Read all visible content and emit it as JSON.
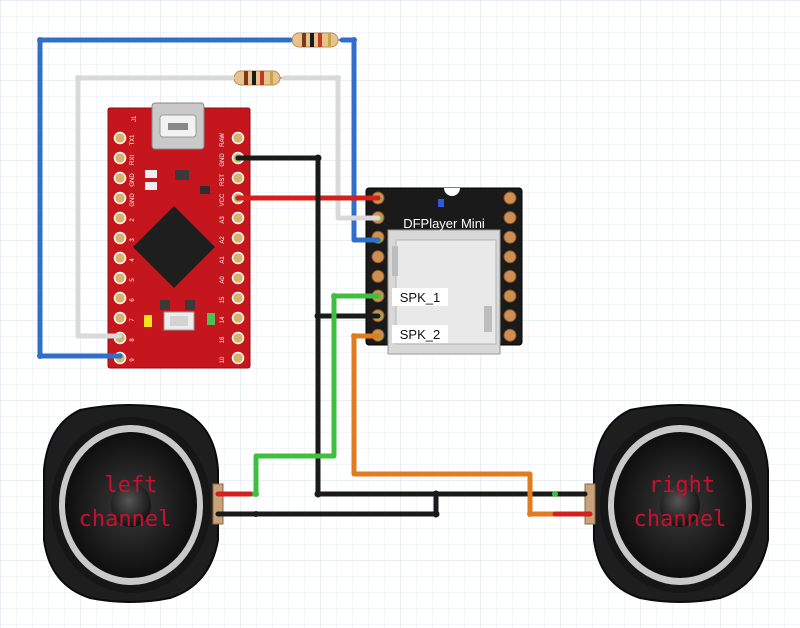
{
  "modules": {
    "arduino": {
      "pin_labels_left": [
        "TX1",
        "RXI",
        "GND",
        "GND",
        "2",
        "3",
        "4",
        "5",
        "6",
        "7",
        "8",
        "9"
      ],
      "pin_labels_right": [
        "RAW",
        "GND",
        "RST",
        "VCC",
        "A3",
        "A2",
        "A1",
        "A0",
        "15",
        "14",
        "16",
        "10"
      ],
      "top_label": "J1",
      "board_color": "#c4161c"
    },
    "dfplayer": {
      "title": "DFPlayer Mini",
      "spk1_label": "SPK_1",
      "spk2_label": "SPK_2",
      "board_color": "#1a1a1a"
    }
  },
  "speakers": {
    "left": {
      "line1": "left",
      "line2": "channel"
    },
    "right": {
      "line1": "right",
      "line2": "channel"
    },
    "label_color": "#c8102e"
  },
  "wire_colors": {
    "blue": "#2f6fc9",
    "white": "#e6e6e6",
    "black": "#1a1a1a",
    "red": "#d41f1f",
    "green": "#3fbf3f",
    "orange": "#e07b20"
  }
}
